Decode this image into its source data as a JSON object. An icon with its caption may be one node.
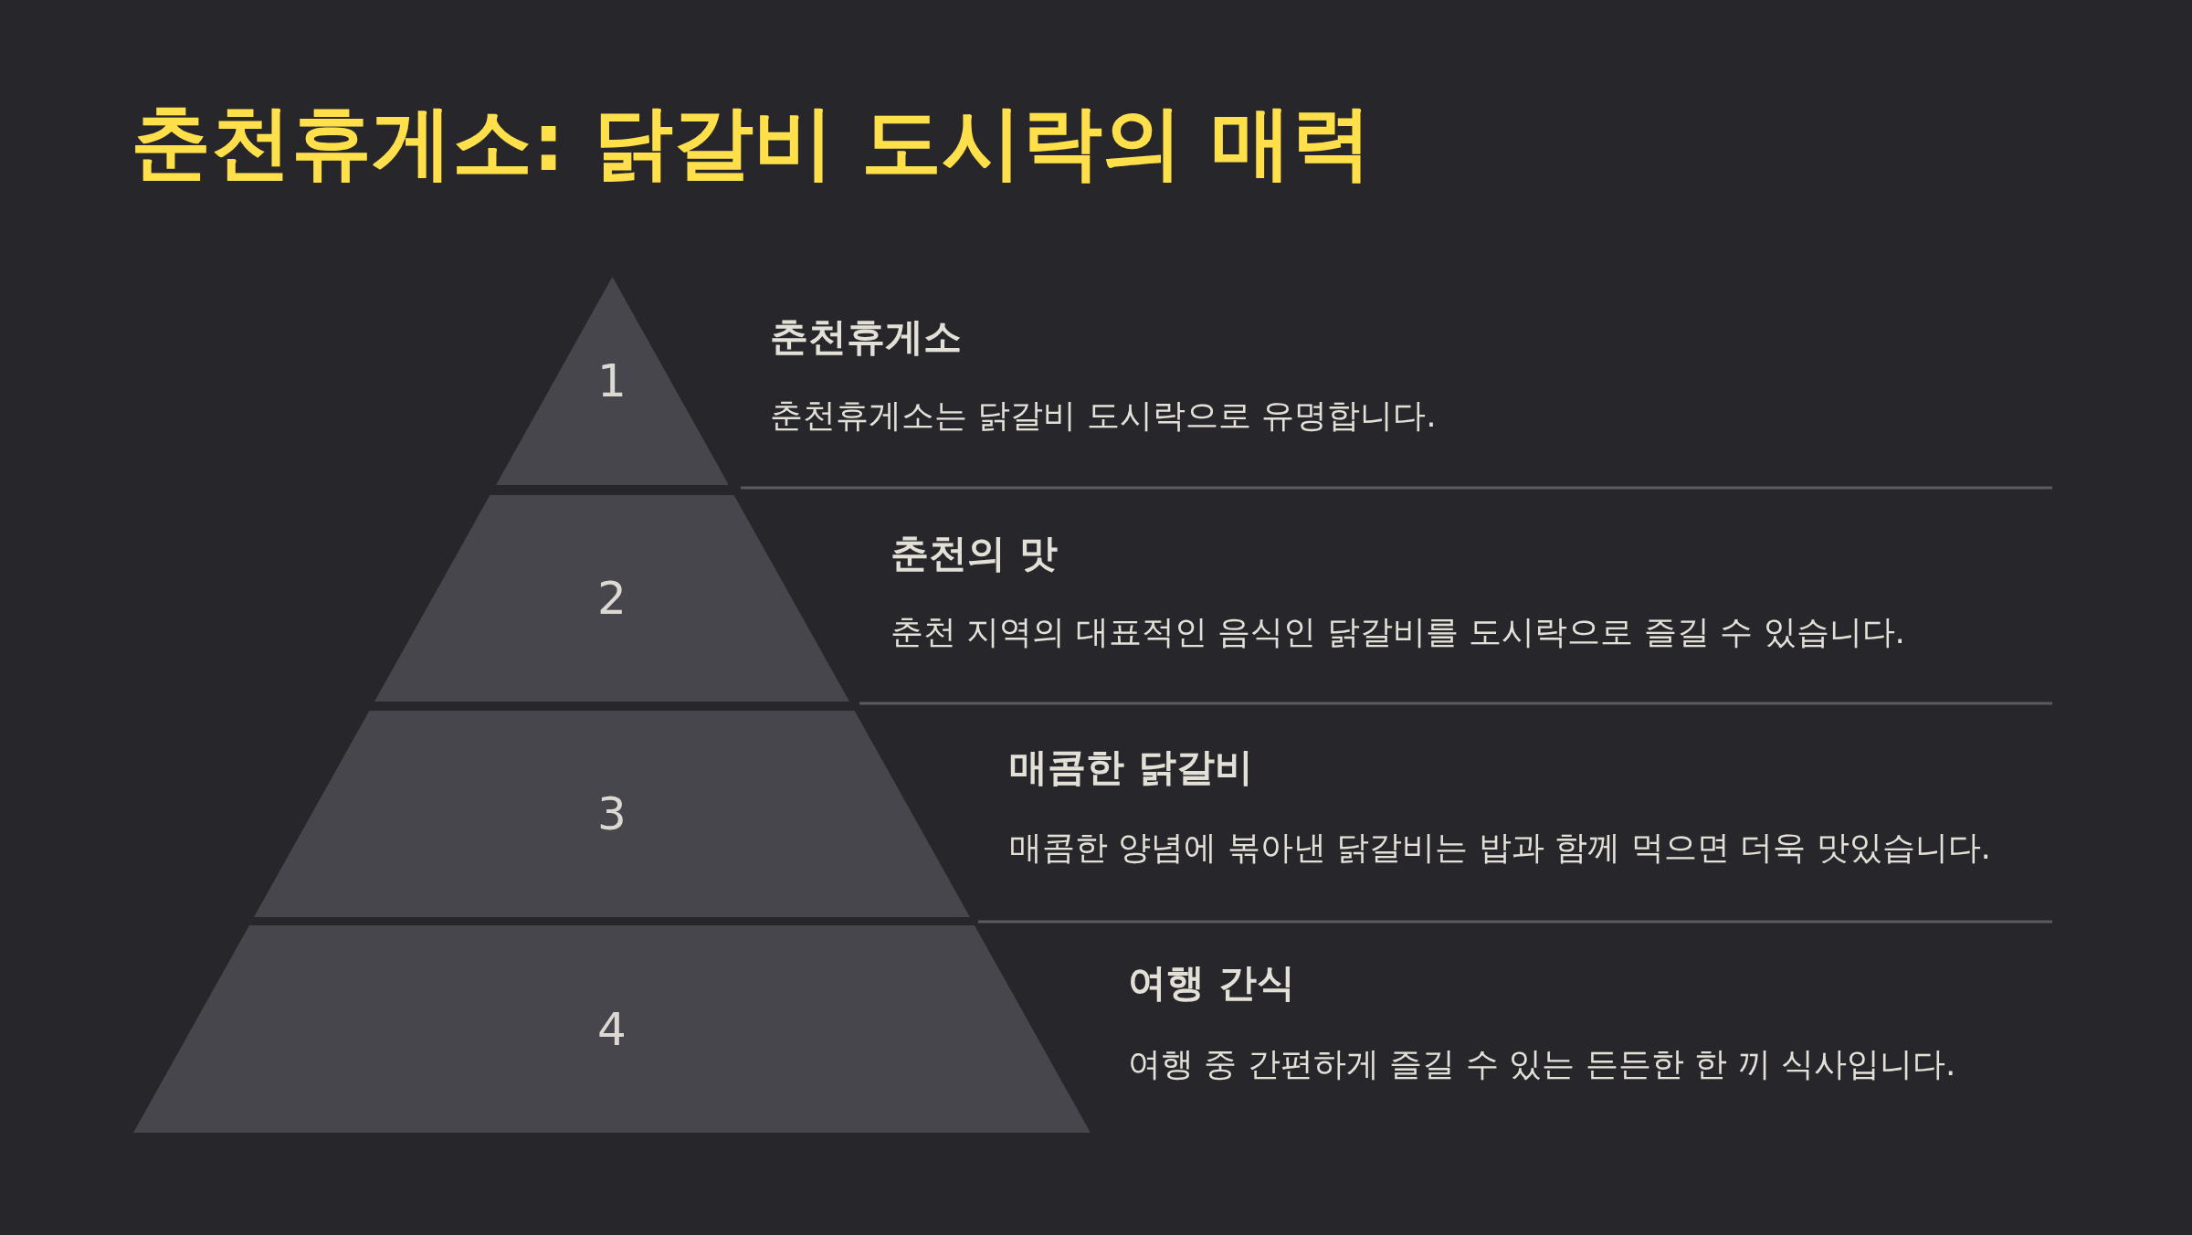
{
  "diagram": {
    "title": "춘천휴게소: 닭갈비 도시락의 매력",
    "nodes": [
      {
        "text": [
          "1"
        ],
        "beside": [
          "춘천휴게소",
          "춘천휴게소는 닭갈비 도시락으로 유명합니다."
        ]
      },
      {
        "text": [
          "2"
        ],
        "beside": [
          "춘천의 맛",
          "춘천 지역의 대표적인 음식인 닭갈비를 도시락으로 즐길 수 있습니다."
        ]
      },
      {
        "text": [
          "3"
        ],
        "beside": [
          "매콤한 닭갈비",
          "매콤한 양념에 볶아낸 닭갈비는 밥과 함께 먹으면 더욱 맛있습니다."
        ]
      },
      {
        "text": [
          "4"
        ],
        "beside": [
          "여행 간식",
          "여행 중 간편하게 즐길 수 있는 든든한 한 끼 식사입니다."
        ]
      }
    ]
  }
}
